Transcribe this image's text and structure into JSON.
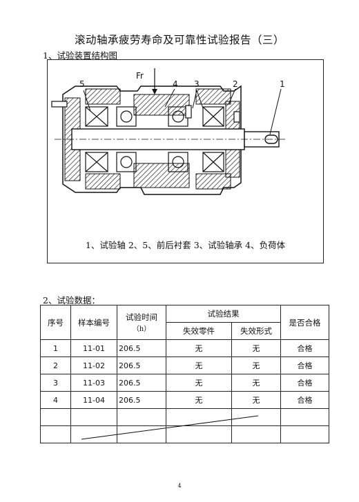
{
  "title": "滚动轴承疲劳寿命及可靠性试验报告（三）",
  "section1": "1、试验装置结构图",
  "diagram": {
    "load_label": "Fr",
    "part_numbers": [
      "5",
      "4",
      "3",
      "2",
      "1"
    ],
    "caption": "1、试验轴 2、5、前后衬套 3、试验轴承 4、负荷体"
  },
  "section2": "2、试验数据：",
  "table": {
    "headers": {
      "seq": "序号",
      "sample": "样本编号",
      "time": "试验时间",
      "time_unit": "（h）",
      "result": "试验结果",
      "failed_part": "失效零件",
      "failure_mode": "失效形式",
      "pass": "是否合格"
    },
    "rows": [
      {
        "seq": "1",
        "sample": "11-01",
        "time": "206.5",
        "part": "无",
        "mode": "无",
        "pass": "合格"
      },
      {
        "seq": "2",
        "sample": "11-02",
        "time": "206.5",
        "part": "无",
        "mode": "无",
        "pass": "合格"
      },
      {
        "seq": "3",
        "sample": "11-03",
        "time": "206.5",
        "part": "无",
        "mode": "无",
        "pass": "合格"
      },
      {
        "seq": "4",
        "sample": "11-04",
        "time": "206.5",
        "part": "无",
        "mode": "无",
        "pass": "合格"
      }
    ]
  },
  "page_number": "4"
}
